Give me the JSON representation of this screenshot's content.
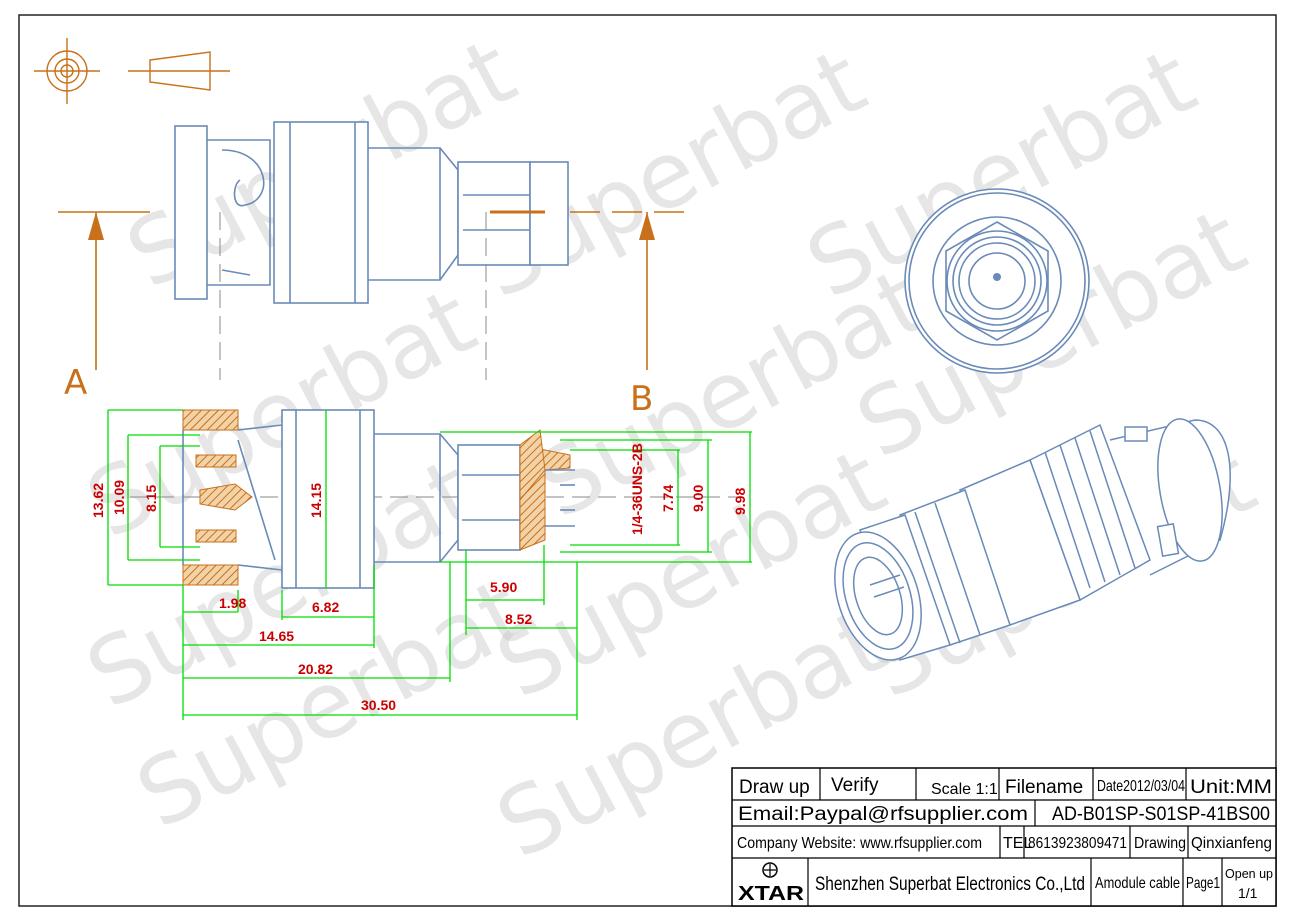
{
  "watermark": "Superbat",
  "section_labels": {
    "a": "A",
    "b": "B"
  },
  "thread_label": "1/4-36UNS-2B",
  "dimensions": {
    "d_13_62": "13.62",
    "d_10_09": "10.09",
    "d_8_15": "8.15",
    "d_14_15": "14.15",
    "d_7_74": "7.74",
    "d_9_00": "9.00",
    "d_9_98": "9.98",
    "d_1_98": "1.98",
    "d_6_82": "6.82",
    "d_14_65": "14.65",
    "d_20_82": "20.82",
    "d_30_50": "30.50",
    "d_5_90": "5.90",
    "d_8_52": "8.52"
  },
  "title_block": {
    "draw_up": "Draw up",
    "verify": "Verify",
    "scale": "Scale 1:1",
    "filename": "Filename",
    "date": "Date2012/03/04",
    "unit": "Unit:MM",
    "email": "Email:Paypal@rfsupplier.com",
    "part_number": "AD-B01SP-S01SP-41BS00",
    "website": "Company Website:  www.rfsupplier.com",
    "tel_label": "TEL",
    "tel": "8613923809471",
    "drawing": "Drawing",
    "drawer": "Qinxianfeng",
    "brand": "XTAR",
    "company": "Shenzhen Superbat Electronics Co.,Ltd",
    "product": "Amodule cable",
    "page": "Page1",
    "open_up": "Open up",
    "open_up_value": "1/1"
  }
}
